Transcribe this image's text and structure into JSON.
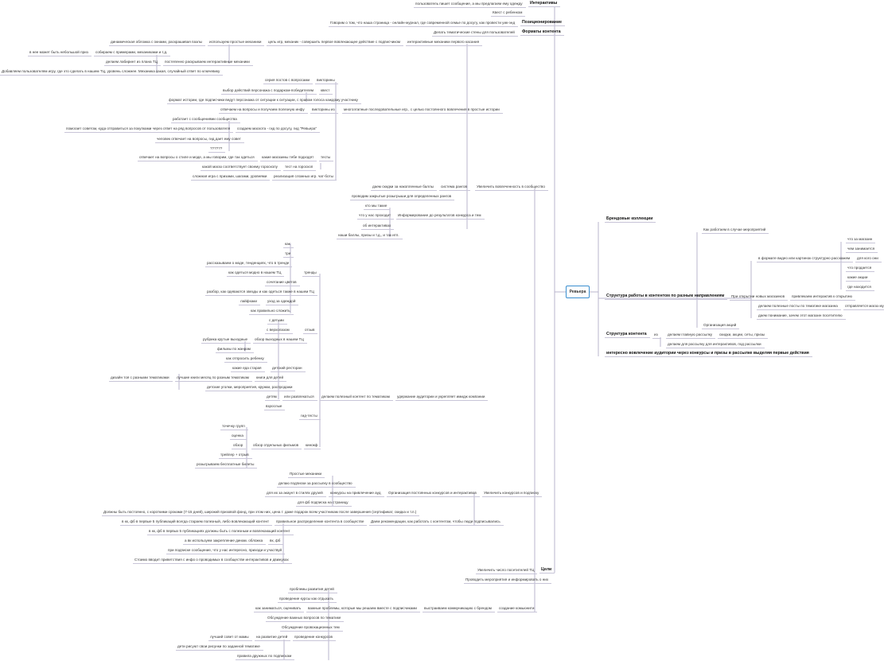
{
  "root": "Ревьера",
  "goals": {
    "title": "Цели",
    "items": [
      "Увеличить вовлеченность в сообщество",
      "Увеличить конкурсов и подписку",
      "Увеличить число посетителей ТЦ",
      "Проводить мероприятия и информировать о них",
      "создание комьюнити"
    ]
  },
  "top": [
    "пользователь пишет сообщение, а мы предлагаем ему одежду",
    "Интерактивы",
    "Квест с ребенком",
    "Говорим о том, что наша страница - онлайн-журнал, где современной семье по досугу, как провести уик-энд",
    "Позиционирование",
    "Делать тематические стены для пользователей",
    "Форматы контента"
  ],
  "mech": [
    "динамическая обложка с окнами, раскрашивая пазлы",
    "используем простые механики",
    "цель игр, механик - совершить первое вовлекающее действие с подписчиком",
    "интерактивные механики первого касания",
    "в нее может быть небольшой приз",
    "собираем с примерами, механиками и т.д.",
    "делаем лабиринт из плана ТЦ",
    "постепенно раскрываем интерактивные механики",
    "Добавляем пользователям игру, где это сделать в нашем ТЦ, уровень сложнее. Механика какая, случайный ответ по ключевику"
  ],
  "games": [
    "серия постов с вопросами",
    "викторины",
    "выбор действий персонажа с подарком-победителем",
    "квест",
    "формат истории, где подписчики ведут персонажа от ситуации к ситуации, с правом голоса каждому участнику",
    "отвечаем на вопросы и получаем полезную инфу",
    "викторины из",
    "многоэтапные последовательные игр., с целью постоянного вовлечения в простые истории",
    "работает с сообщениями сообщества",
    "помогает советом, куда отправиться за покупками через ответ на ряд вопросов от пользователя",
    "создаем маскота - гид по досугу, гид \"Ревьера\"",
    "человек отвечает на вопросы, гид дает ему совет",
    "??????",
    "отвечает на вопросы о стиле и моде, а мы говорим, где так одеться",
    "какие магазины тебе подходят",
    "тесты",
    "какой магаз соответствует своему гороскопу",
    "тест на гороскоп",
    "сложная игра с призами, шагами, уровнями",
    "реализация сложных игр. чат-боты"
  ],
  "ranks": [
    "даем скидки за накопленные баллы",
    "система рангов",
    "проводим закрытые розыгрыши для определенных рангов",
    "кто мы такие",
    "что у нас проходит",
    "Информирование до результатов конкурса и тем",
    "об интерактивах",
    "наши баллы, призы и т.д., и так итп."
  ],
  "right": [
    "Брендовые коллекции",
    "Как работаем в случае мероприятий",
    "в формате видео или картинок структурно расскажем",
    "что за магазин",
    "чем занимается",
    "для кого они",
    "что продается",
    "какие акции",
    "где находится",
    "Структура работы в контентом по разным направлениям",
    "При открытии новых магазинов",
    "привлекаем интерактив к открытию",
    "делаем полезные посты по тематике магазина",
    "отправляется магаз мужской одежды",
    "даем понимание, зачем этот магазин посетителю",
    "Организация акций",
    "Структура контента",
    "из",
    "делаем главную рассылку",
    "скидки, акции, сеты, призы",
    "делаем для рассылку для интерактивов, под рассылки",
    "интересно вовлечение аудитории через конкурсы и призы в рассылке выделяя первые действия"
  ],
  "content": [
    "как",
    "три",
    "рассказываем о моде, тенденциях, что в тренде",
    "как одеться модно в нашем ТЦ",
    "тренды",
    "сочетание цветов",
    "разбор, как одеваются звезды и как одеться также в нашем ТЦ",
    "лайфхаки",
    "уход за одеждой",
    "как правильно сложить",
    "с детьми",
    "с верхолазом",
    "отзыв",
    "рубрика крутые выходные",
    "обзор выходных в нашем ТЦ",
    "фильмы по жанрам",
    "как отпросить ребенку",
    "какие еда старая",
    "детский ресторан",
    "дизайн тоя с разными тематиками",
    "лучшие книги месяц по разным тематикам",
    "книги для детей",
    "детские уголки, мероприятия, кружки, распродажи",
    "детям",
    "или развлекаться",
    "делаем полезный контент по тематикам",
    "удержание аудитории и укрепляет имидж компании",
    "взрослые",
    "гид-тесты",
    "точечку групп",
    "оценка",
    "обзор",
    "обзор отдельных фильмов",
    "кинокф",
    "трейлер + отрыв",
    "розыгрываем бесплатные билеты"
  ],
  "contests": [
    "Простые механики",
    "делаю подписки за рассылку в сообщество",
    "для их за акаунт в стилях друзей",
    "конкурсы на привлечение ауд",
    "Организация постоянных конкурсов и интерактивов",
    "для фб подписка на страницу",
    "Должны быть постоянно, с короткими сроками (7-15 дней), широкий призовой фонд, при этом них, цена т. даже подарок всем участникам после завершения (сертификат, скидка и т.п.)",
    "в кк, фб в первые 5 публикаций всегда стараем полезный, либо вовлекающий контент",
    "правильное распределение контента в сообществе",
    "Даем рекомендации, как работать с контентом, чтобы люди подписывались",
    "в кк, фб в первых 5 публикациях должны быть с полезным и вовлекающий контент",
    "а вк используем закрепление динам. обложка",
    "вк, фб",
    "при подписке сообщение, что у нас интересно, приходи и участвуй",
    "Стоимо вводит приветствия с инфо о проводимых в сообществе интерактивов и движухах"
  ],
  "community": [
    "проблемы развития детей",
    "проведение курсы как отдыхать",
    "как заниматься, оценивать",
    "важные проблемы, которые мы решаем вместе с подписчиками",
    "выстраиваем коммуникацию с брендом",
    "Обсуждение важных вопросов по тематике",
    "Обсуждение провокационных тем",
    "лучший совет от мамы",
    "на развитие детей",
    "проведение конкурсов",
    "дети рисуют свои рисунки по заданной тематике",
    "правила дружных по подпискам"
  ]
}
